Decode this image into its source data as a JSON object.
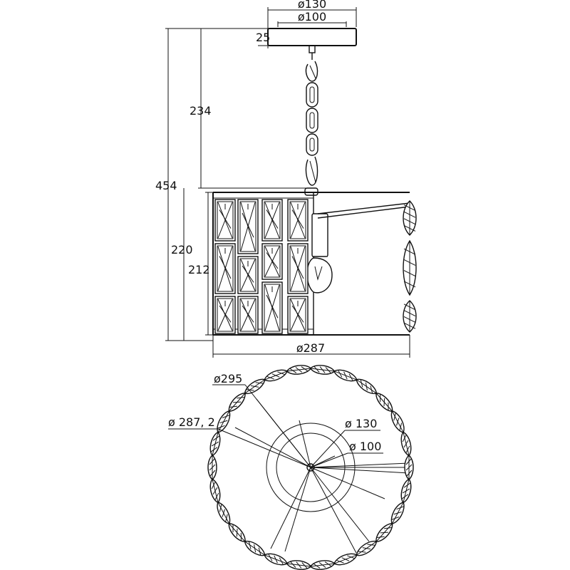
{
  "dimensions": {
    "canopy_outer": "ø130",
    "canopy_inner": "ø100",
    "canopy_height": "25",
    "suspension_height": "234",
    "total_height": "454",
    "shade_height": "220",
    "panel_height": "212",
    "shade_diameter": "ø287",
    "plan_outer": "ø295",
    "plan_ring": "ø 287, 2",
    "plan_canopy_outer": "ø 130",
    "plan_canopy_inner": "ø 100"
  }
}
